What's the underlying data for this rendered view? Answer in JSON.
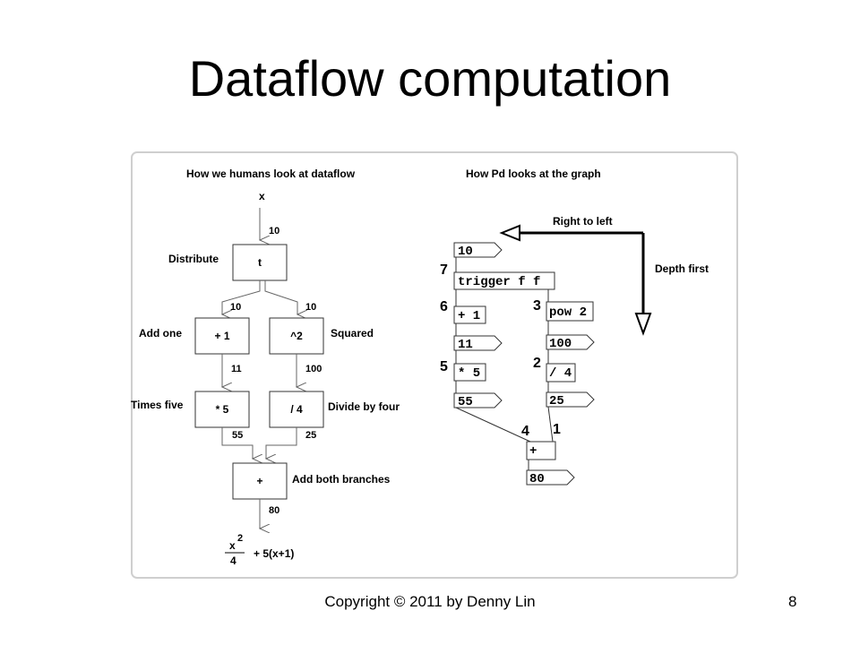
{
  "slide": {
    "title": "Dataflow computation",
    "footer": "Copyright © 2011 by Denny Lin",
    "page_number": "8"
  },
  "left_diagram": {
    "heading": "How we humans look at dataflow",
    "input": "x",
    "distribute_label": "Distribute",
    "distribute_box": "t",
    "in_value": "10",
    "left_value": "10",
    "right_value": "10",
    "add_one_label": "Add one",
    "add_one_box": "+ 1",
    "squared_label": "Squared",
    "squared_box": "^2",
    "add_one_out": "11",
    "squared_out": "100",
    "times_five_label": "Times five",
    "times_five_box": "* 5",
    "divide_label": "Divide by four",
    "divide_box": "/ 4",
    "times_five_out": "55",
    "divide_out": "25",
    "add_both_label": "Add both branches",
    "add_both_box": "+",
    "result": "80",
    "formula_num": "x",
    "formula_exp": "2",
    "formula_den": "4",
    "formula_rest": "+   5(x+1)"
  },
  "right_diagram": {
    "heading": "How Pd looks at the graph",
    "right_to_left": "Right to left",
    "depth_first": "Depth first",
    "msg_in": "10",
    "trigger": "trigger f f",
    "plus_one": "+ 1",
    "pow2": "pow 2",
    "msg_11": "11",
    "msg_100": "100",
    "times5": "* 5",
    "div4": "/ 4",
    "msg_55": "55",
    "msg_25": "25",
    "plus": "+",
    "msg_80": "80",
    "step_7": "7",
    "step_6": "6",
    "step_5": "5",
    "step_3": "3",
    "step_2": "2",
    "step_4": "4",
    "step_1": "1"
  }
}
